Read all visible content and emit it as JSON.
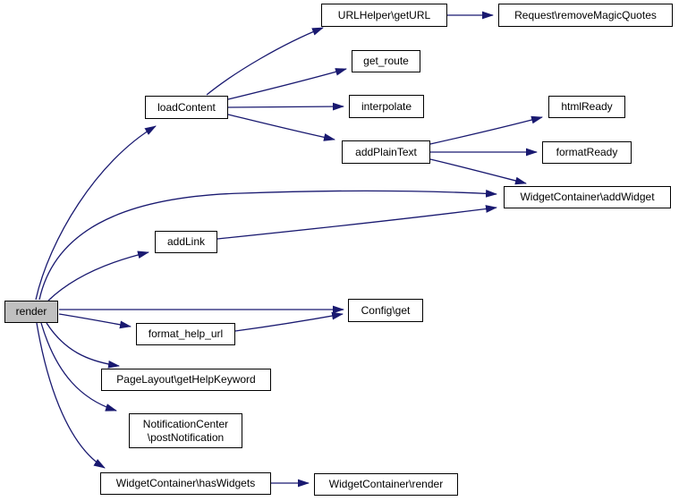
{
  "diagram": {
    "type": "call-graph",
    "root": "render",
    "colors": {
      "edge": "#191970",
      "node_border": "#000000",
      "node_fill": "#ffffff",
      "root_fill": "#c0c0c0",
      "background": "#ffffff"
    },
    "nodes": [
      {
        "id": "render",
        "label": "render"
      },
      {
        "id": "loadContent",
        "label": "loadContent"
      },
      {
        "id": "URLHelper-getURL",
        "label": "URLHelper\\getURL"
      },
      {
        "id": "Request-removeMagicQuotes",
        "label": "Request\\removeMagicQuotes"
      },
      {
        "id": "get_route",
        "label": "get_route"
      },
      {
        "id": "interpolate",
        "label": "interpolate"
      },
      {
        "id": "addPlainText",
        "label": "addPlainText"
      },
      {
        "id": "htmlReady",
        "label": "htmlReady"
      },
      {
        "id": "formatReady",
        "label": "formatReady"
      },
      {
        "id": "WidgetContainer-addWidget",
        "label": "WidgetContainer\\addWidget"
      },
      {
        "id": "addLink",
        "label": "addLink"
      },
      {
        "id": "Config-get",
        "label": "Config\\get"
      },
      {
        "id": "format_help_url",
        "label": "format_help_url"
      },
      {
        "id": "PageLayout-getHelpKeyword",
        "label": "PageLayout\\getHelpKeyword"
      },
      {
        "id": "NotificationCenter-postNotification",
        "label": "NotificationCenter\n\\postNotification"
      },
      {
        "id": "WidgetContainer-hasWidgets",
        "label": "WidgetContainer\\hasWidgets"
      },
      {
        "id": "WidgetContainer-render",
        "label": "WidgetContainer\\render"
      }
    ],
    "edges": [
      {
        "from": "render",
        "to": "loadContent"
      },
      {
        "from": "render",
        "to": "addLink"
      },
      {
        "from": "render",
        "to": "WidgetContainer-addWidget"
      },
      {
        "from": "render",
        "to": "Config-get"
      },
      {
        "from": "render",
        "to": "format_help_url"
      },
      {
        "from": "render",
        "to": "PageLayout-getHelpKeyword"
      },
      {
        "from": "render",
        "to": "NotificationCenter-postNotification"
      },
      {
        "from": "render",
        "to": "WidgetContainer-hasWidgets"
      },
      {
        "from": "loadContent",
        "to": "URLHelper-getURL"
      },
      {
        "from": "loadContent",
        "to": "get_route"
      },
      {
        "from": "loadContent",
        "to": "interpolate"
      },
      {
        "from": "loadContent",
        "to": "addPlainText"
      },
      {
        "from": "URLHelper-getURL",
        "to": "Request-removeMagicQuotes"
      },
      {
        "from": "addPlainText",
        "to": "htmlReady"
      },
      {
        "from": "addPlainText",
        "to": "formatReady"
      },
      {
        "from": "addPlainText",
        "to": "WidgetContainer-addWidget"
      },
      {
        "from": "addLink",
        "to": "WidgetContainer-addWidget"
      },
      {
        "from": "format_help_url",
        "to": "Config-get"
      },
      {
        "from": "WidgetContainer-hasWidgets",
        "to": "WidgetContainer-render"
      }
    ]
  }
}
